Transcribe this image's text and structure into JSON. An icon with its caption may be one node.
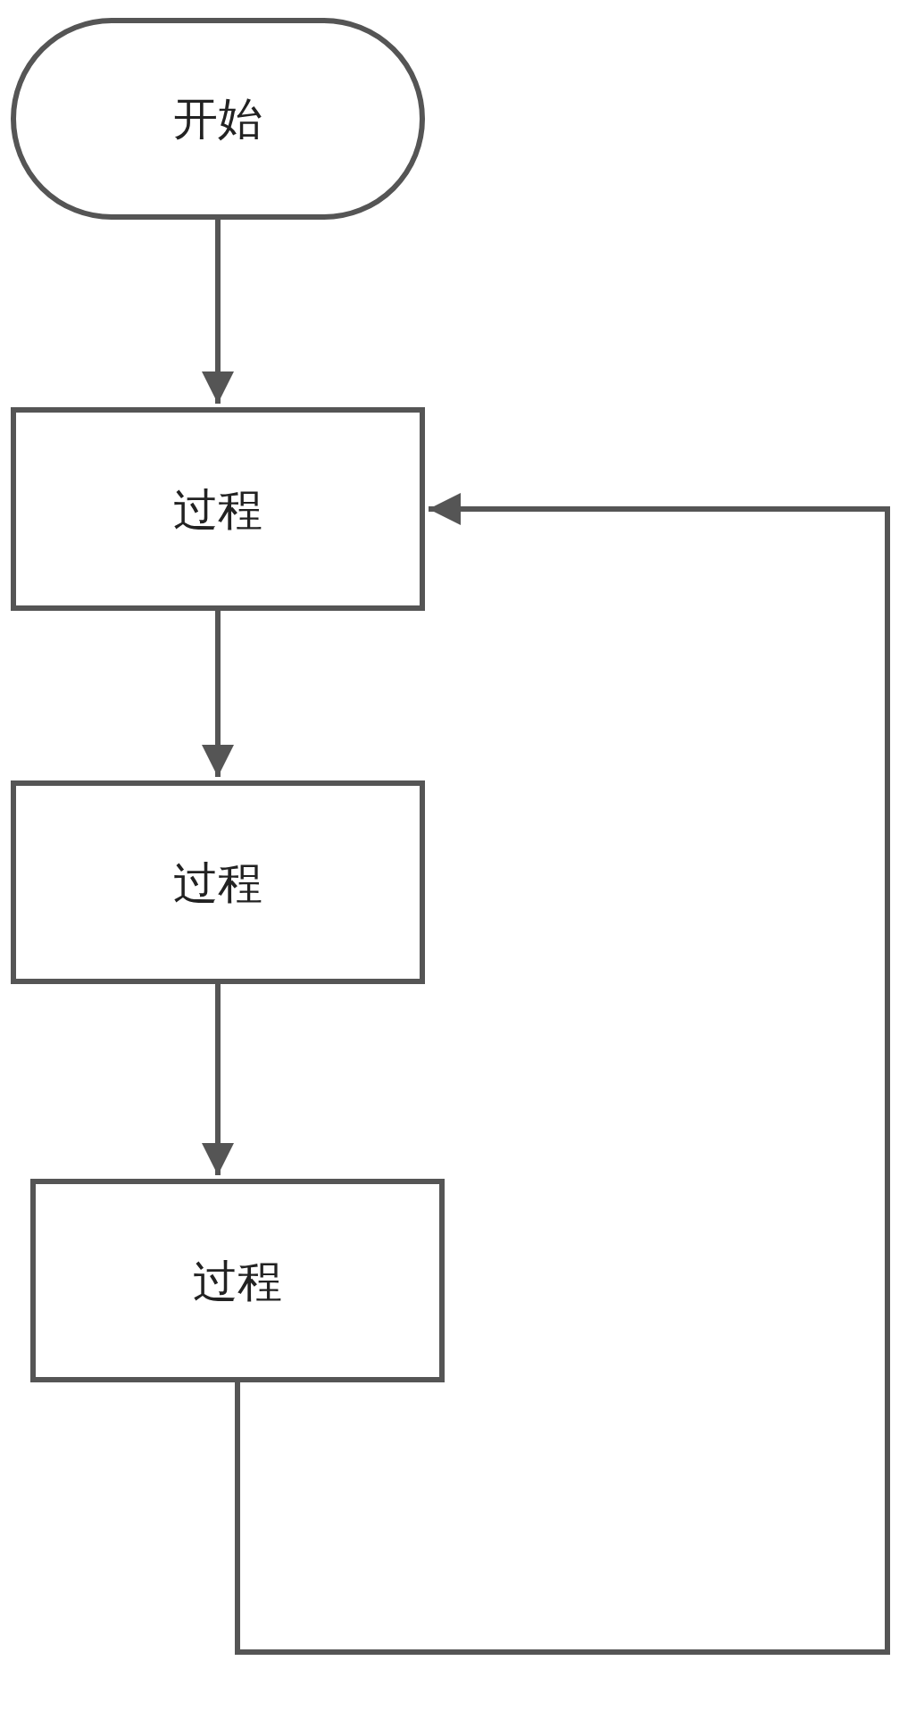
{
  "diagram": {
    "nodes": [
      {
        "text": [
          "开始"
        ]
      },
      {
        "text": [
          "过程"
        ]
      },
      {
        "text": [
          "过程"
        ]
      },
      {
        "text": [
          "过程"
        ]
      }
    ],
    "edges": [
      {
        "from": 0,
        "to": 1,
        "arrow": "to"
      },
      {
        "from": 1,
        "to": 2,
        "arrow": "to"
      },
      {
        "from": 2,
        "to": 3,
        "arrow": "to"
      },
      {
        "from": 3,
        "to": 1,
        "arrow": "to"
      }
    ]
  }
}
